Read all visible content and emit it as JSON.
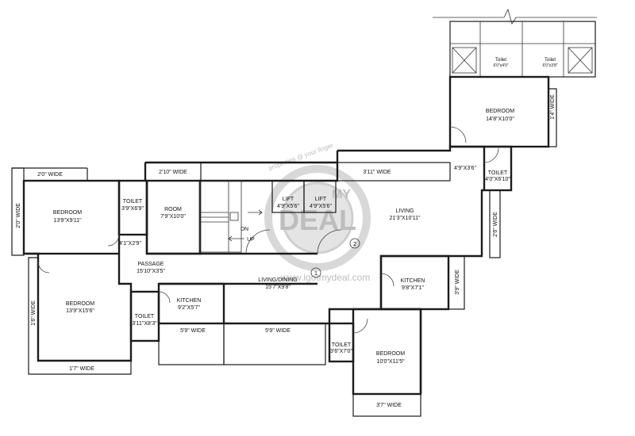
{
  "rooms": {
    "bedroom_nw": {
      "name": "BEDROOM",
      "size": "13'9\"X9'11\""
    },
    "toilet_nw": {
      "name": "TOILET",
      "size": "3'9\"X6'9\""
    },
    "room": {
      "name": "ROOM",
      "size": "7'9\"X10'0\""
    },
    "lift1": {
      "name": "LIFT",
      "size": "4'9\"X5'6\""
    },
    "lift2": {
      "name": "LIFT",
      "size": "4'9\"X5'6\""
    },
    "living": {
      "name": "LIVING",
      "size": "21'3\"X10'11\""
    },
    "bedroom_ne": {
      "name": "BEDROOM",
      "size": "14'8\"X10'0\""
    },
    "toilet_ne": {
      "name": "TOILET",
      "size": "4'0\"X6'10\""
    },
    "toilet_top1": {
      "name": "Toilet",
      "size": "6'0\"x4'0\""
    },
    "toilet_top2": {
      "name": "Toilet",
      "size": "6'0\"x3'8\""
    },
    "passage": {
      "name": "PASSAGE",
      "size": "15'10\"X3'5\""
    },
    "living_dining": {
      "name": "LIVING/DINING",
      "size": "15'7\"X9'8\""
    },
    "kitchen_e": {
      "name": "KITCHEN",
      "size": "9'8\"X7'1\""
    },
    "bedroom_sw": {
      "name": "BEDROOM",
      "size": "13'9\"X15'6\""
    },
    "toilet_sw": {
      "name": "TOILET",
      "size": "3'11\"X8'3\""
    },
    "kitchen_w": {
      "name": "KITCHEN",
      "size": "9'2\"X5'7\""
    },
    "toilet_s": {
      "name": "TOILET",
      "size": "3'6\"X7'0\""
    },
    "bedroom_se": {
      "name": "BEDROOM",
      "size": "10'0\"X11'5\""
    }
  },
  "balconies": {
    "top_left": "2'0\" WIDE",
    "left_upper": "2'0\" WIDE",
    "room_top": "2'10\" WIDE",
    "living_top": "3'11\" WIDE",
    "east_vertical": "1'4\" WIDE",
    "east_lower": "2'6\" WIDE",
    "left_lower": "1'6\" WIDE",
    "bottom_left": "1'7\" WIDE",
    "bottom_mid1": "5'9\" WIDE",
    "bottom_mid2": "5'9\" WIDE",
    "kitchen_side": "3'9\" WIDE",
    "bottom_right": "3'7\" WIDE"
  },
  "misc": {
    "small_passage": "4'1\"X2'9\"",
    "small_ne": "4'9\"X3'6\"",
    "stair_dn": "DN",
    "stair_up": "UP",
    "marker1": "1",
    "marker2": "2"
  },
  "watermark": {
    "site": "www.igotmydeal.com",
    "tag": "properties @ your finger"
  }
}
